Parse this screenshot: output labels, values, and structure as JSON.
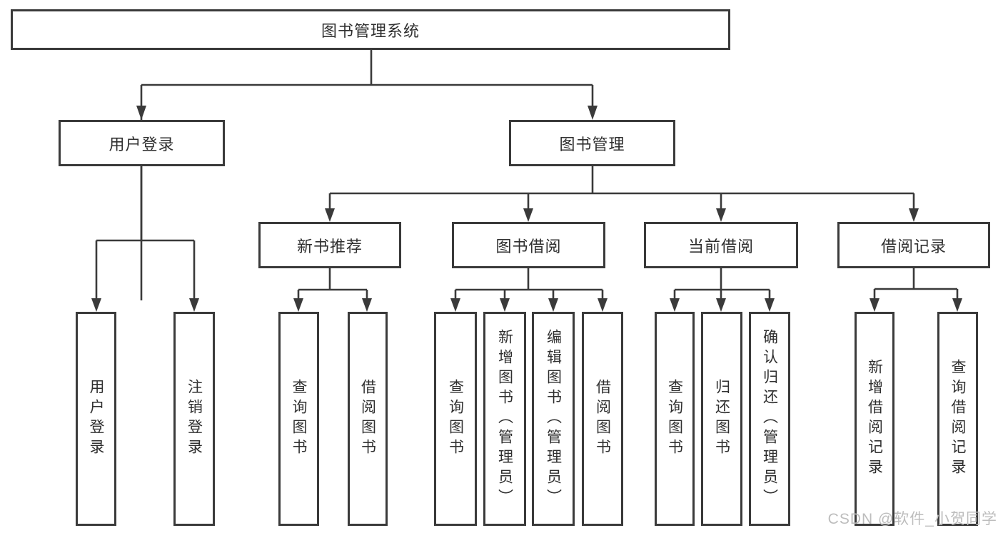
{
  "tree": {
    "root": {
      "label": "图书管理系统"
    },
    "children": [
      {
        "label": "用户登录",
        "children": [
          {
            "label": "用户登录"
          },
          {
            "label": "注销登录"
          }
        ]
      },
      {
        "label": "图书管理",
        "children": [
          {
            "label": "新书推荐",
            "children": [
              {
                "label": "查询图书"
              },
              {
                "label": "借阅图书"
              }
            ]
          },
          {
            "label": "图书借阅",
            "children": [
              {
                "label": "查询图书"
              },
              {
                "label": "新增图书（管理员）"
              },
              {
                "label": "编辑图书（管理员）"
              },
              {
                "label": "借阅图书"
              }
            ]
          },
          {
            "label": "当前借阅",
            "children": [
              {
                "label": "查询图书"
              },
              {
                "label": "归还图书"
              },
              {
                "label": "确认归还（管理员）"
              }
            ]
          },
          {
            "label": "借阅记录",
            "children": [
              {
                "label": "新增借阅记录"
              },
              {
                "label": "查询借阅记录"
              }
            ]
          }
        ]
      }
    ]
  },
  "watermark": {
    "text": "CSDN @软件_小贺同学"
  },
  "colors": {
    "line": "#3a3a3a",
    "text": "#2f2f2f",
    "box_background": "#ffffff",
    "watermark": "#bdbdbd",
    "page_background": "#ffffff"
  }
}
